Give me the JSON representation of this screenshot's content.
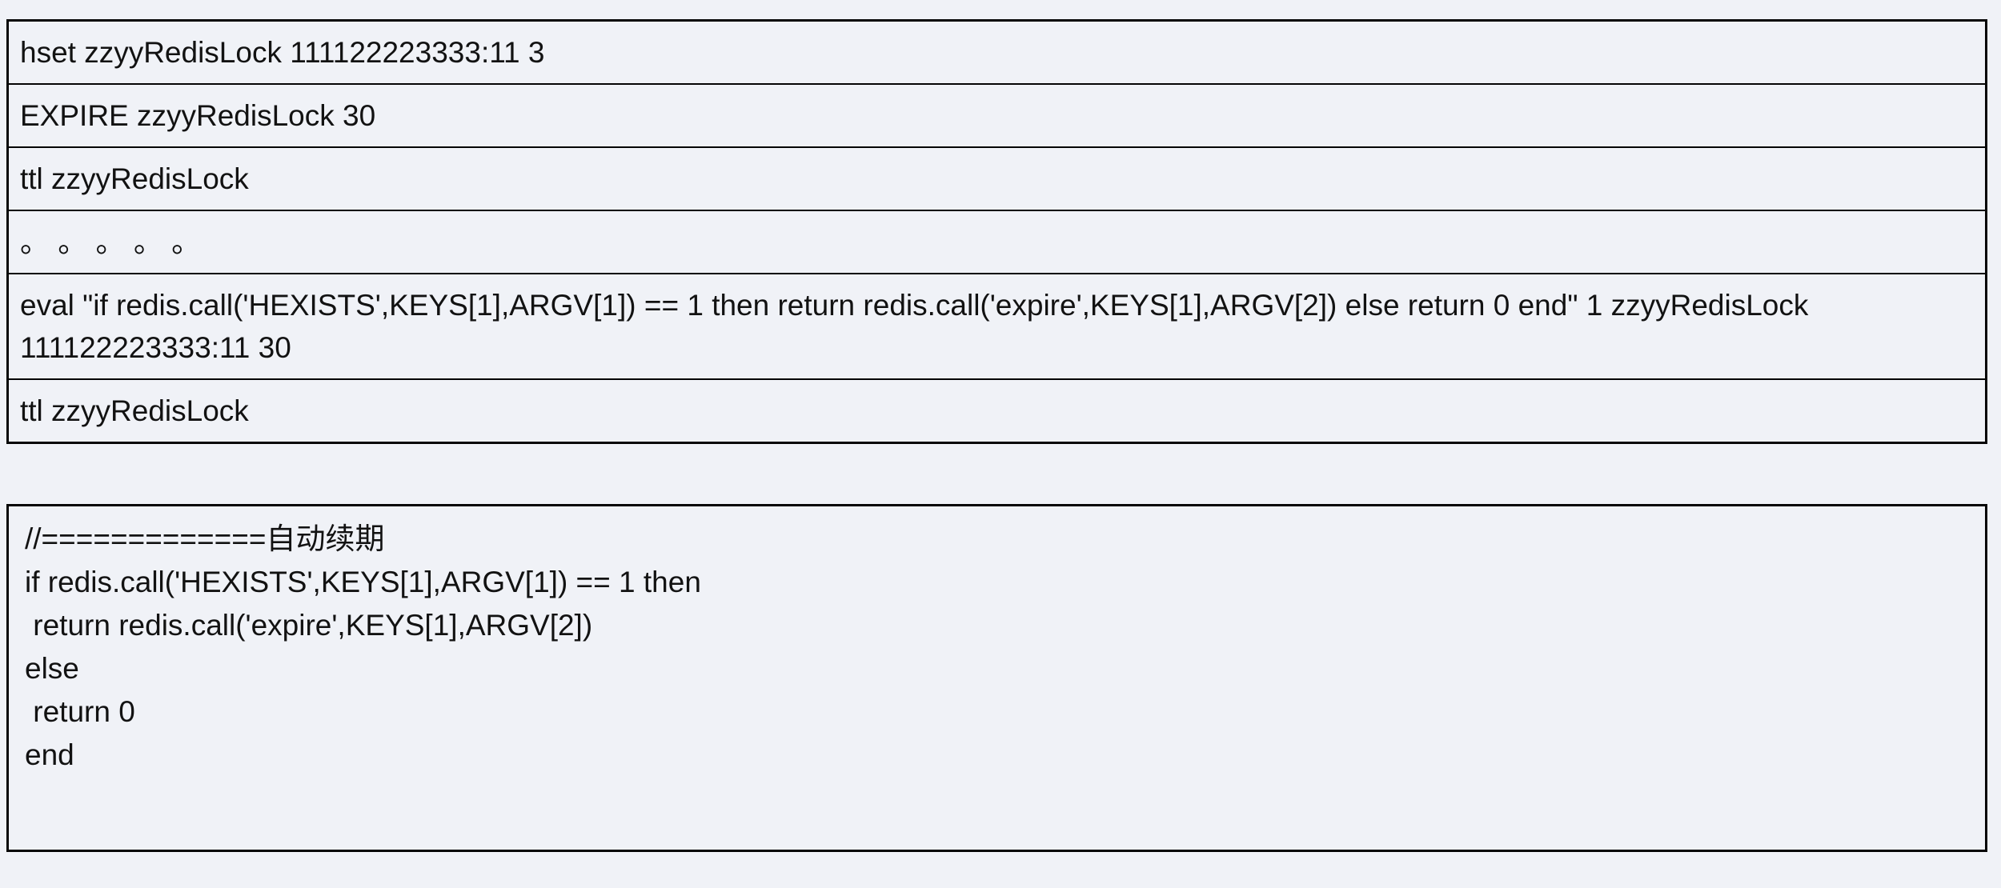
{
  "page": {
    "background_color": "#f0f2f7",
    "border_color": "#050505",
    "text_color": "#121212"
  },
  "command_table": {
    "rows": [
      "hset zzyyRedisLock 111122223333:11 3",
      "EXPIRE zzyyRedisLock 30",
      "ttl zzyyRedisLock",
      "。 。 。 。 。",
      "eval \"if redis.call('HEXISTS',KEYS[1],ARGV[1]) == 1 then return redis.call('expire',KEYS[1],ARGV[2]) else return 0 end\" 1 zzyyRedisLock 111122223333:11 30",
      "ttl zzyyRedisLock"
    ]
  },
  "code_block": {
    "lines": [
      "//=============自动续期",
      "if redis.call('HEXISTS',KEYS[1],ARGV[1]) == 1 then",
      " return redis.call('expire',KEYS[1],ARGV[2])",
      "else",
      " return 0",
      "end"
    ]
  }
}
